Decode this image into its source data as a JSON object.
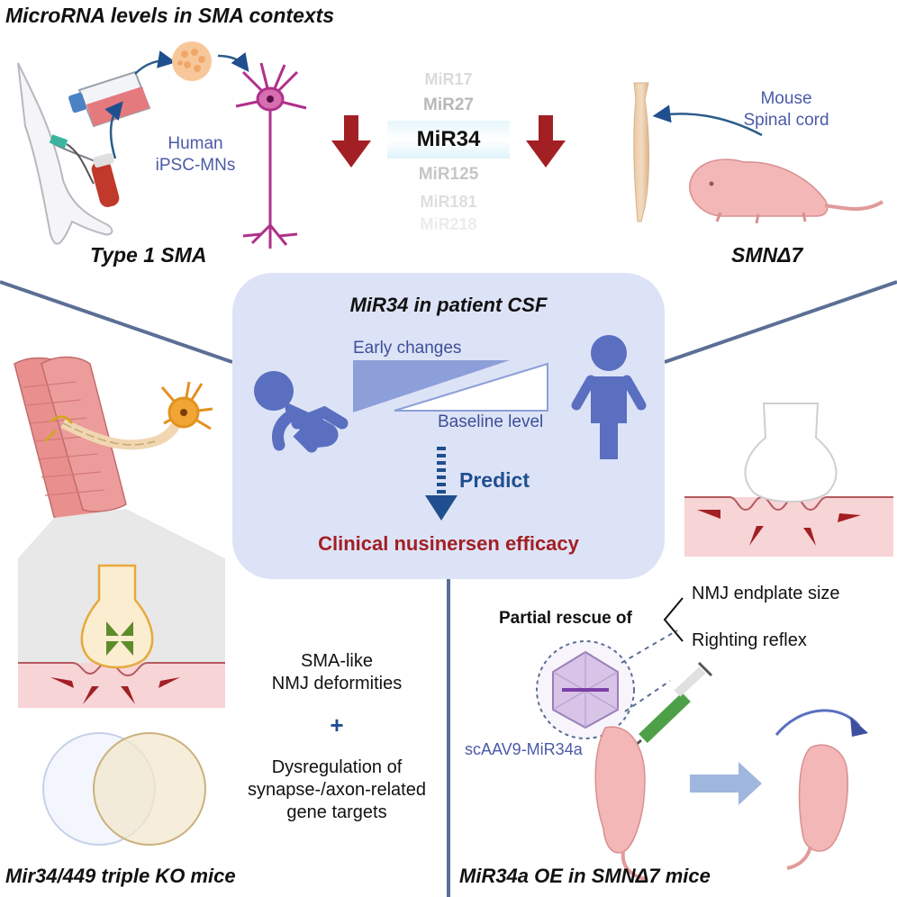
{
  "top": {
    "title": "MicroRNA levels in SMA contexts",
    "human_label": [
      "Human",
      "iPSC-MNs"
    ],
    "type1_label": "Type 1 SMA",
    "mouse_label": [
      "Mouse",
      "Spinal cord"
    ],
    "smn_label": "SMNΔ7",
    "mirs": [
      "MiR17",
      "MiR27",
      "MiR34",
      "MiR125",
      "MiR181",
      "MiR218"
    ]
  },
  "center": {
    "title": "MiR34 in patient CSF",
    "early": "Early changes",
    "baseline": "Baseline level",
    "predict": "Predict",
    "efficacy": "Clinical nusinersen efficacy"
  },
  "bottom_left": {
    "line1": "SMA-like",
    "line2": "NMJ deformities",
    "plus": "+",
    "line3": "Dysregulation of",
    "line4": "synapse-/axon-related",
    "line5": "gene targets",
    "title": "Mir34/449 triple KO mice"
  },
  "bottom_right": {
    "rescue": "Partial rescue of",
    "item1": "NMJ endplate size",
    "item2": "Righting reflex",
    "vector": "scAAV9-MiR34a",
    "title": "MiR34a OE in SMNΔ7 mice"
  },
  "colors": {
    "divider": "#5b6f95",
    "center_box": "#dde3f6",
    "accent_red": "#a21f24",
    "predict_blue": "#1f4f8f",
    "human_blue": "#6b7fc4"
  }
}
